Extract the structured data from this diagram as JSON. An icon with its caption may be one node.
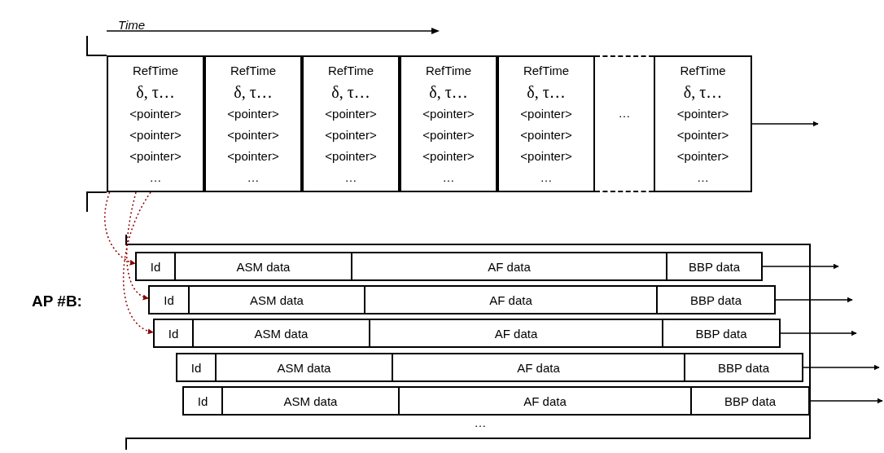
{
  "diagram": {
    "nodes": [
      {
        "text": [
          "RefTime",
          "δ, τ…",
          "<pointer>",
          "<pointer>",
          "<pointer>",
          "…"
        ]
      },
      {
        "text": [
          "RefTime",
          "δ, τ…",
          "<pointer>",
          "<pointer>",
          "<pointer>",
          "…"
        ]
      },
      {
        "text": [
          "RefTime",
          "δ, τ…",
          "<pointer>",
          "<pointer>",
          "<pointer>",
          "…"
        ]
      },
      {
        "text": [
          "RefTime",
          "δ, τ…",
          "<pointer>",
          "<pointer>",
          "<pointer>",
          "…"
        ]
      },
      {
        "text": [
          "RefTime",
          "δ, τ…",
          "<pointer>",
          "<pointer>",
          "<pointer>",
          "…"
        ]
      },
      {
        "text": [
          "…"
        ]
      },
      {
        "text": [
          "RefTime",
          "δ, τ…",
          "<pointer>",
          "<pointer>",
          "<pointer>",
          "…"
        ]
      },
      {
        "text": [
          "Id"
        ]
      },
      {
        "text": [
          "ASM data"
        ]
      },
      {
        "text": [
          "AF data"
        ]
      },
      {
        "text": [
          "BBP data"
        ]
      },
      {
        "text": [
          "Id"
        ]
      },
      {
        "text": [
          "ASM data"
        ]
      },
      {
        "text": [
          "AF data"
        ]
      },
      {
        "text": [
          "BBP data"
        ]
      },
      {
        "text": [
          "Id"
        ]
      },
      {
        "text": [
          "ASM data"
        ]
      },
      {
        "text": [
          "AF data"
        ]
      },
      {
        "text": [
          "BBP data"
        ]
      },
      {
        "text": [
          "Id"
        ]
      },
      {
        "text": [
          "ASM data"
        ]
      },
      {
        "text": [
          "AF data"
        ]
      },
      {
        "text": [
          "BBP data"
        ]
      },
      {
        "text": [
          "Id"
        ]
      },
      {
        "text": [
          "ASM data"
        ]
      },
      {
        "text": [
          "AF data"
        ]
      },
      {
        "text": [
          "BBP data"
        ]
      }
    ],
    "edges": [
      {
        "from": 0,
        "to": 7,
        "arrow": "to",
        "style": "dashed",
        "color": "#8b0000"
      },
      {
        "from": 0,
        "to": 11,
        "arrow": "to",
        "style": "dashed",
        "color": "#8b0000"
      },
      {
        "from": 0,
        "to": 15,
        "arrow": "to",
        "style": "dashed",
        "color": "#8b0000"
      },
      {
        "from": 6,
        "to": null,
        "arrow": "to"
      },
      {
        "from": 10,
        "to": null,
        "arrow": "to"
      },
      {
        "from": 14,
        "to": null,
        "arrow": "to"
      },
      {
        "from": 18,
        "to": null,
        "arrow": "to"
      },
      {
        "from": 22,
        "to": null,
        "arrow": "to"
      },
      {
        "from": 26,
        "to": null,
        "arrow": "to"
      }
    ],
    "labels": [
      "Time",
      "AP #B:",
      "…"
    ]
  }
}
